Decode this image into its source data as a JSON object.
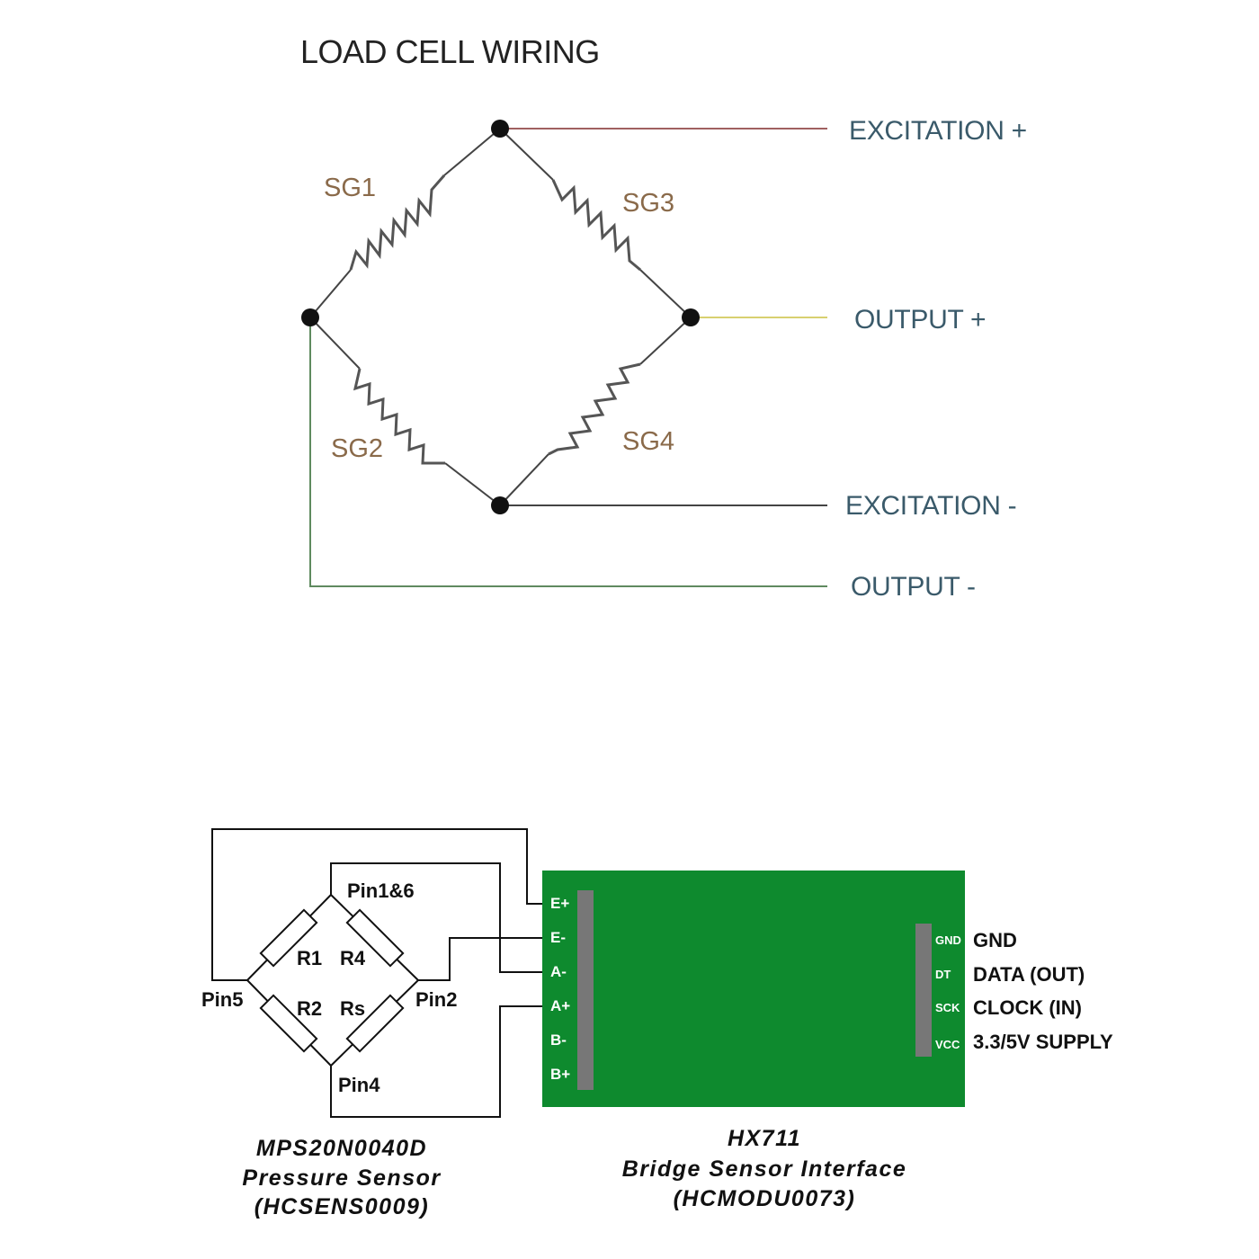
{
  "load_cell": {
    "title": "LOAD CELL WIRING",
    "gauges": {
      "sg1": "SG1",
      "sg2": "SG2",
      "sg3": "SG3",
      "sg4": "SG4"
    },
    "terminals": {
      "exc_pos": "EXCITATION +",
      "out_pos": "OUTPUT +",
      "exc_neg": "EXCITATION -",
      "out_neg": "OUTPUT -"
    },
    "wire_colors": {
      "exc_pos": "#a06060",
      "out_pos": "#d8d070",
      "exc_neg": "#444444",
      "out_neg": "#5f8a5f"
    }
  },
  "sensor": {
    "pins": {
      "top": "Pin1&6",
      "left": "Pin5",
      "right": "Pin2",
      "bottom": "Pin4"
    },
    "resistors": {
      "r1": "R1",
      "r4": "R4",
      "r2": "R2",
      "rs": "Rs"
    },
    "caption": [
      "MPS20N0040D",
      "Pressure Sensor",
      "(HCSENS0009)"
    ]
  },
  "hx711": {
    "board_color": "#0e8a2e",
    "left_pins": [
      "E+",
      "E-",
      "A-",
      "A+",
      "B-",
      "B+"
    ],
    "right_pins": [
      "GND",
      "DT",
      "SCK",
      "VCC"
    ],
    "right_labels": [
      "GND",
      "DATA (OUT)",
      "CLOCK (IN)",
      "3.3/5V SUPPLY"
    ],
    "caption": [
      "HX711",
      "Bridge Sensor Interface",
      "(HCMODU0073)"
    ]
  }
}
